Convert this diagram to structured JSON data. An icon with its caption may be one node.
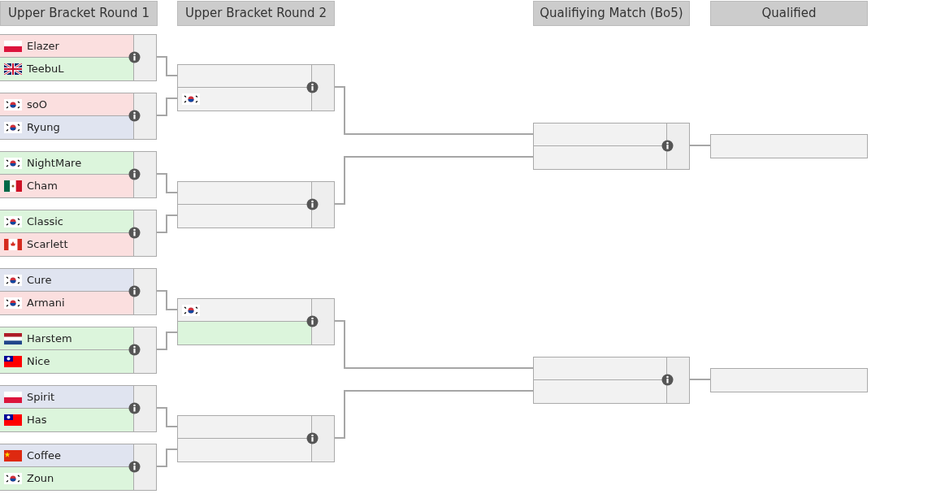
{
  "diagram": {
    "nodes": [
      {
        "text": [
          "Elazer",
          "TeebuL"
        ]
      },
      {
        "text": [
          "soO",
          "Ryung"
        ]
      },
      {
        "text": [
          "NightMare",
          "Cham"
        ]
      },
      {
        "text": [
          "Classic",
          "Scarlett"
        ]
      },
      {
        "text": [
          "Cure",
          "Armani"
        ]
      },
      {
        "text": [
          "Harstem",
          "Nice"
        ]
      },
      {
        "text": [
          "Spirit",
          "Has"
        ]
      },
      {
        "text": [
          "Coffee",
          "Zoun"
        ]
      },
      {
        "text": [],
        "shape": "box"
      },
      {
        "text": [],
        "shape": "box"
      },
      {
        "text": [],
        "shape": "box"
      },
      {
        "text": [],
        "shape": "box"
      },
      {
        "text": [],
        "shape": "box"
      },
      {
        "text": [],
        "shape": "box"
      },
      {
        "text": [],
        "shape": "box"
      },
      {
        "text": [],
        "shape": "box"
      }
    ],
    "edges": [
      {
        "from": 0,
        "to": 8,
        "arrow": "none"
      },
      {
        "from": 1,
        "to": 8,
        "arrow": "none"
      },
      {
        "from": 2,
        "to": 9,
        "arrow": "none"
      },
      {
        "from": 3,
        "to": 9,
        "arrow": "none"
      },
      {
        "from": 4,
        "to": 10,
        "arrow": "none"
      },
      {
        "from": 5,
        "to": 10,
        "arrow": "none"
      },
      {
        "from": 6,
        "to": 11,
        "arrow": "none"
      },
      {
        "from": 7,
        "to": 11,
        "arrow": "none"
      },
      {
        "from": 8,
        "to": 12,
        "arrow": "none"
      },
      {
        "from": 9,
        "to": 12,
        "arrow": "none"
      },
      {
        "from": 10,
        "to": 13,
        "arrow": "none"
      },
      {
        "from": 11,
        "to": 13,
        "arrow": "none"
      },
      {
        "from": 12,
        "to": 14,
        "arrow": "none"
      },
      {
        "from": 13,
        "to": 15,
        "arrow": "none"
      }
    ],
    "labels": [
      "Upper Bracket Round 1",
      "Upper Bracket Round 2",
      "Qualifiying Match (Bo5)",
      "Qualified"
    ]
  }
}
